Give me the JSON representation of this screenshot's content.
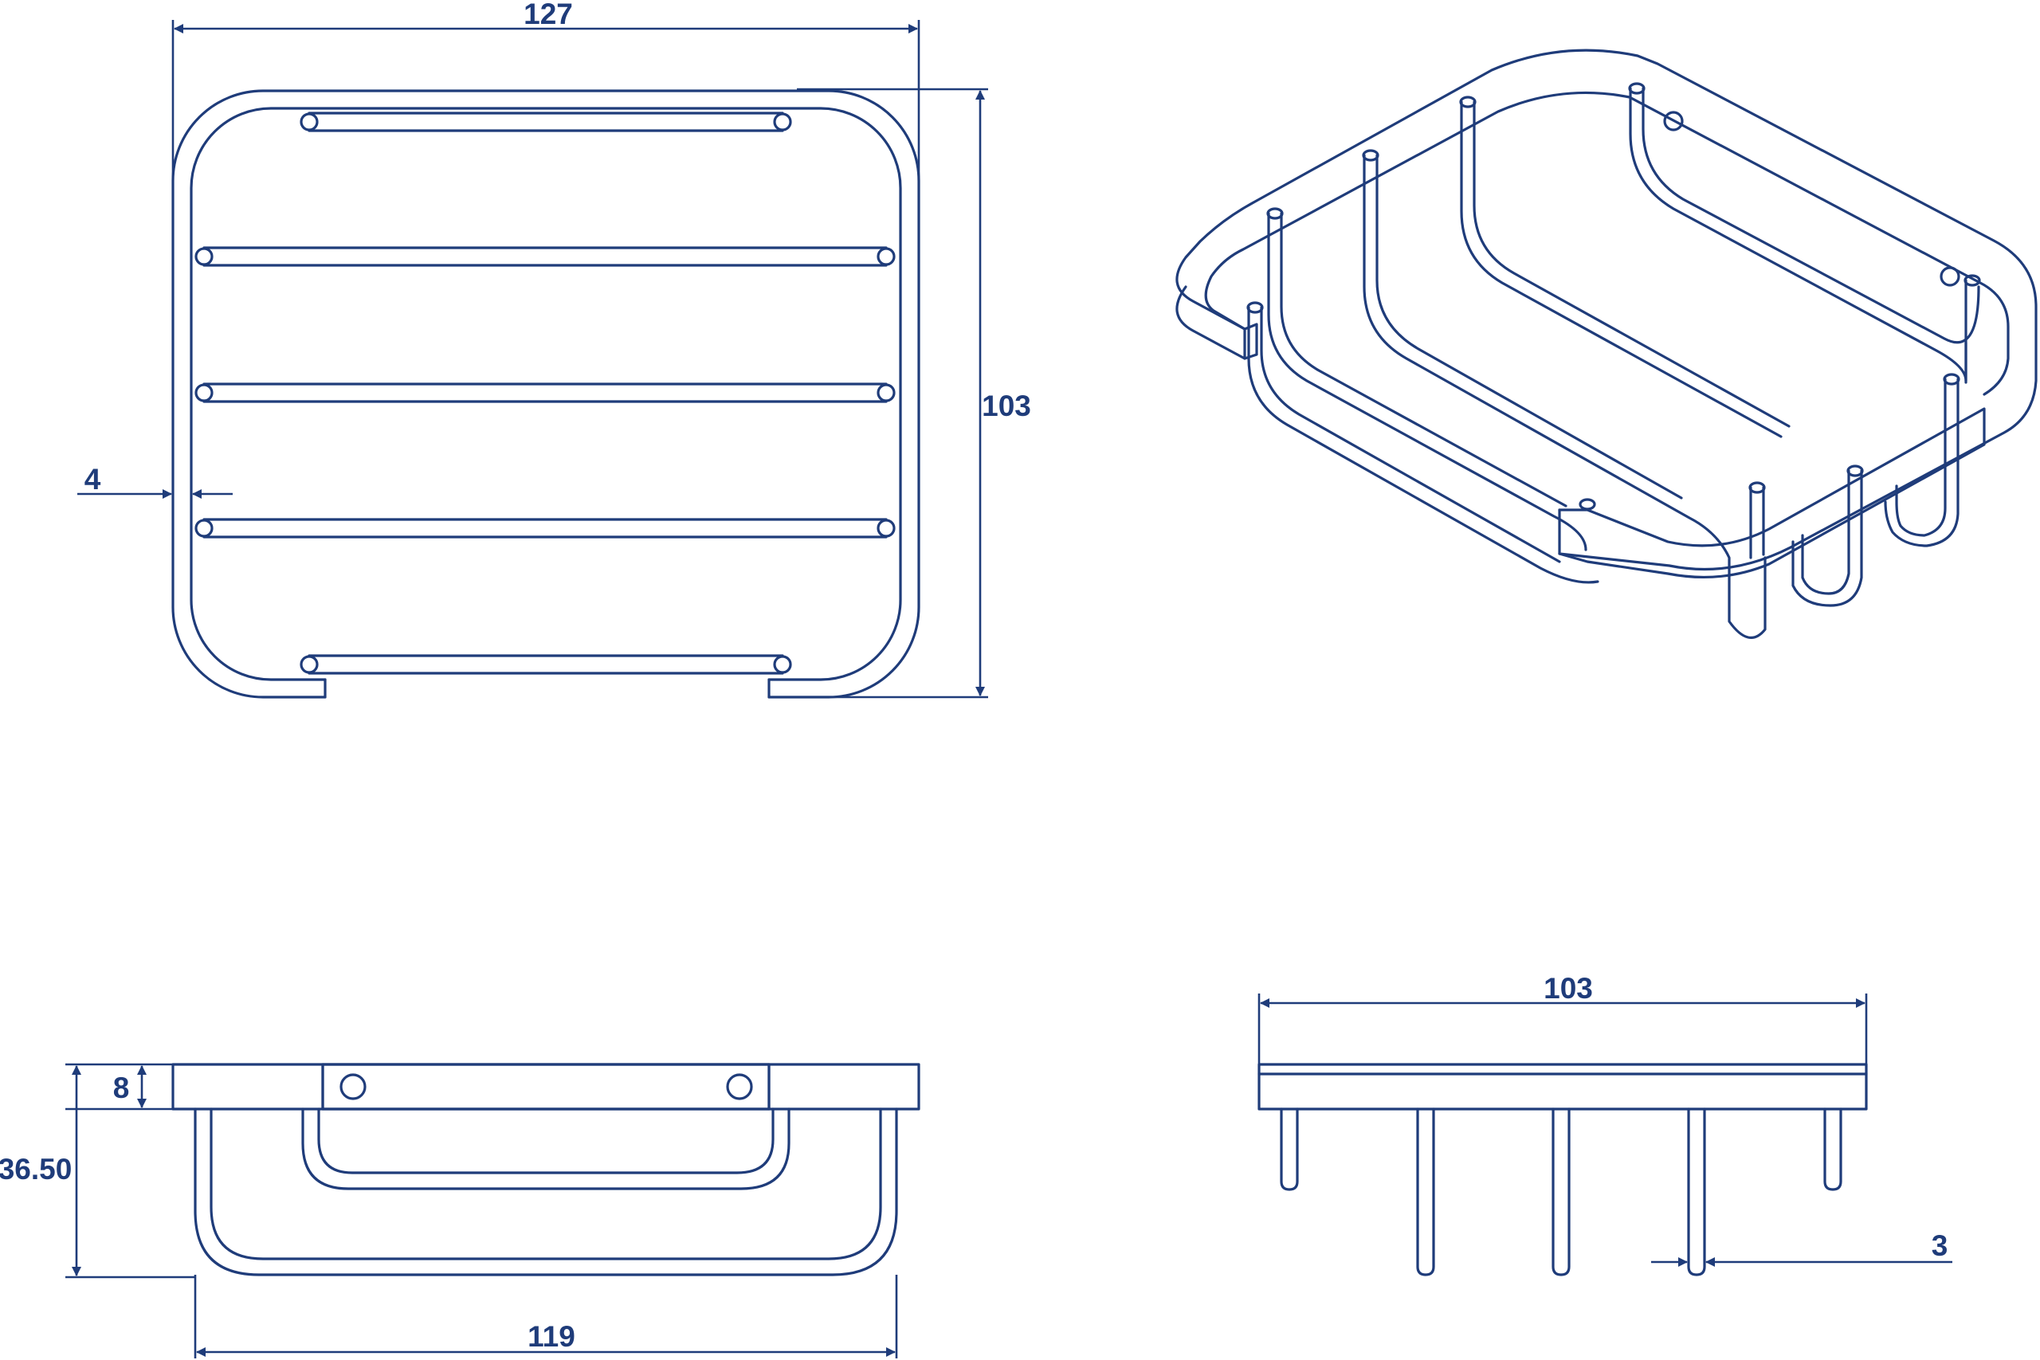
{
  "dimensions": {
    "top_width": "127",
    "top_height": "103",
    "wall_thickness": "4",
    "side_depth": "8",
    "side_height": "36.50",
    "side_width": "119",
    "front_width": "103",
    "rod_diameter": "3"
  },
  "colors": {
    "line": "#1f3c7a",
    "background": "#ffffff"
  }
}
